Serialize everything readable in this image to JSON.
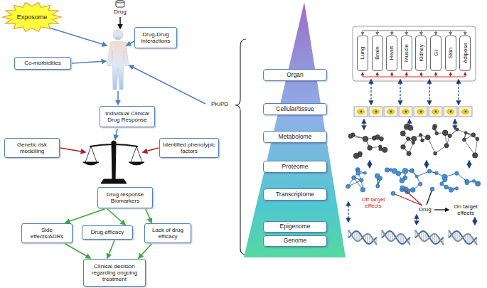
{
  "diagram": {
    "nodes": [
      {
        "text": [
          "Exposome"
        ]
      },
      {
        "text": [
          "Drug-Drug interactions"
        ]
      },
      {
        "text": [
          "Co-morbidities"
        ]
      },
      {
        "text": [
          "Individual Clinical Drug Response"
        ]
      },
      {
        "text": [
          "Genetic risk modelling"
        ]
      },
      {
        "text": [
          "Identified phenotypic factors"
        ]
      },
      {
        "text": [
          "Drug response Biomarkers"
        ]
      },
      {
        "text": [
          "Side effects/ADRs"
        ]
      },
      {
        "text": [
          "Drug efficacy"
        ]
      },
      {
        "text": [
          "Lack of drug efficacy"
        ]
      },
      {
        "text": [
          "Clinical decision regarding ongoing treatment"
        ]
      },
      {
        "text": [
          "Organ"
        ]
      },
      {
        "text": [
          "Cellular/tissue"
        ]
      },
      {
        "text": [
          "Metabolome"
        ]
      },
      {
        "text": [
          "Proteome"
        ]
      },
      {
        "text": [
          "Transcriptome"
        ]
      },
      {
        "text": [
          "Epigenome"
        ]
      },
      {
        "text": [
          "Genome"
        ]
      },
      {
        "text": [
          "Lung"
        ]
      },
      {
        "text": [
          "Brain"
        ]
      },
      {
        "text": [
          "Heart"
        ]
      },
      {
        "text": [
          "Muscle"
        ]
      },
      {
        "text": [
          "Kidney"
        ]
      },
      {
        "text": [
          "GI"
        ]
      },
      {
        "text": [
          "Skin"
        ]
      },
      {
        "text": [
          "Adipose"
        ]
      }
    ],
    "edges": [
      {
        "from": 6,
        "to": 7,
        "arrow": "to"
      },
      {
        "from": 6,
        "to": 8,
        "arrow": "to"
      },
      {
        "from": 6,
        "to": 9,
        "arrow": "to"
      },
      {
        "from": 7,
        "to": 10,
        "arrow": "to"
      },
      {
        "from": 8,
        "to": 10,
        "arrow": "to"
      },
      {
        "from": 9,
        "to": 10,
        "arrow": "to"
      }
    ],
    "labels": [
      "Drug",
      "PK/PD",
      "Off target effects",
      "Drug",
      "On target effects"
    ]
  }
}
